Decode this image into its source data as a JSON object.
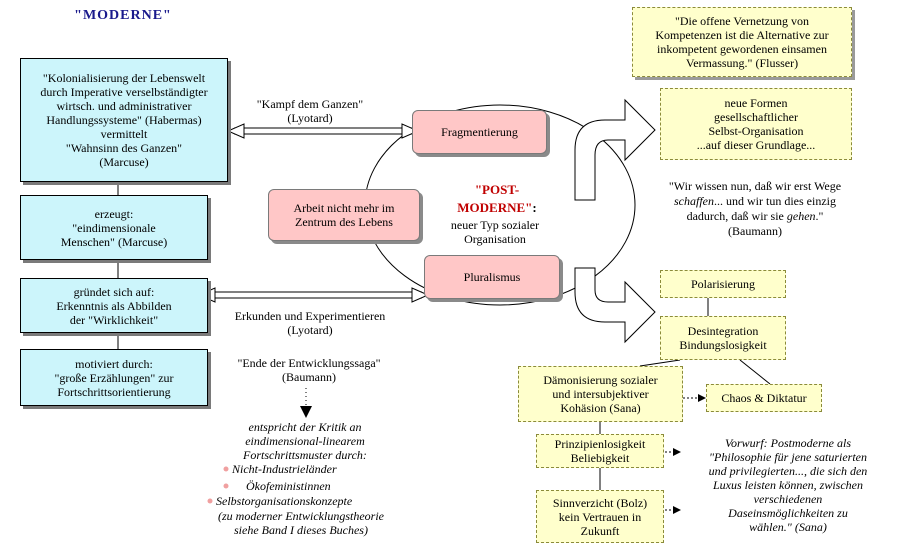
{
  "title": "\"MODERNE\"",
  "left_column": {
    "box1": "\"Kolonialisierung der Lebenswelt\ndurch Imperative verselbständigter\nwirtsch. und administrativer\nHandlungssysteme\" (Habermas)\nvermittelt\n\"Wahnsinn des Ganzen\"\n(Marcuse)",
    "box2": "erzeugt:\n\"eindimensionale\nMenschen\" (Marcuse)",
    "box3": "gründet sich auf:\nErkenntnis als Abbilden\nder \"Wirklichkeit\"",
    "box4": "motiviert durch:\n\"große Erzählungen\" zur\nFortschrittsorientierung"
  },
  "center": {
    "kampf": "\"Kampf dem Ganzen\"\n(Lyotard)",
    "fragmentierung": "Fragmentierung",
    "arbeit": "Arbeit nicht mehr im\nZentrum des Lebens",
    "post_title": "\"POST-\nMODERNE\"",
    "post_colon": ":",
    "post_sub": "neuer Typ sozialer\nOrganisation",
    "pluralismus": "Pluralismus",
    "erkunden": "Erkunden und Experimentieren\n(Lyotard)",
    "ende": "\"Ende der Entwicklungssaga\"\n(Baumann)",
    "dots": ":",
    "entspricht": "entspricht der Kritik an\neindimensional-linearem\nFortschrittsmuster durch:",
    "bullets": [
      "Nicht-Industrieländer",
      "Ökofeministinnen",
      "Selbstorganisationskonzepte"
    ],
    "footnote": "(zu moderner Entwicklungstheorie\nsiehe Band I dieses Buches)"
  },
  "right": {
    "flusser": "\"Die offene Vernetzung von\nKompetenzen ist die Alternative zur\ninkompetent gewordenen einsamen\nVermassung.\" (Flusser)",
    "neue_formen": "neue Formen\ngesellschaftlicher\nSelbst-Organisation\n...auf dieser Grundlage...",
    "baumann_quote_1": "\"Wir wissen nun, daß wir erst Wege",
    "baumann_quote_2_italic": "schaffen",
    "baumann_quote_2_rest": "... und wir tun dies einzig",
    "baumann_quote_3": "dadurch, daß wir sie ",
    "baumann_quote_3_italic": "gehen",
    "baumann_quote_3_end": ".\"",
    "baumann_quote_4": "(Baumann)",
    "polarisierung": "Polarisierung",
    "desintegration": "Desintegration\nBindungslosigkeit",
    "daemonisierung": "Dämonisierung sozialer\nund intersubjektiver\nKohäsion (Sana)",
    "chaos": "Chaos & Diktatur",
    "prinzipien": "Prinzipienlosigkeit\nBeliebigkeit",
    "sinnverzicht": "Sinnverzicht (Bolz)\nkein Vertrauen in\nZukunft",
    "vorwurf": "Vorwurf: Postmoderne als\n\"Philosophie für jene saturierten\nund privilegierten..., die sich den\nLuxus leisten können, zwischen\nverschiedenen\nDaseinsmöglichkeiten zu\nwählen.\" (Sana)"
  }
}
